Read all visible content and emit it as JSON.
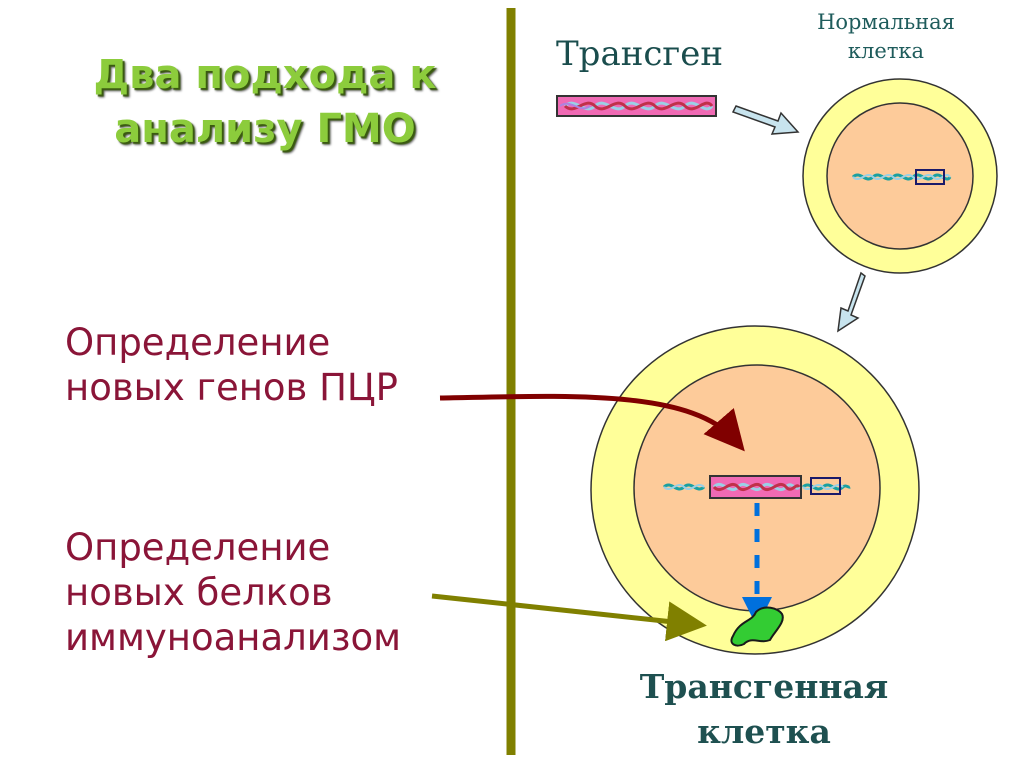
{
  "slide": {
    "title": "Два подхода к анализу ГМО",
    "methods": [
      {
        "label": "Определение\nновых генов ПЦР"
      },
      {
        "label": "Определение\nновых белков\nиммуноанализом"
      }
    ]
  },
  "diagram": {
    "transgene_label": "Трансген",
    "normal_cell_label": "Нормальная клетка",
    "transgenic_cell_label": "Трансгенная клетка"
  },
  "colors": {
    "title_green": "#8ccc3c",
    "method_text": "#8a1538",
    "divider": "#808000",
    "cell_outer": "#ffff99",
    "cell_nucleus": "#fdcb9a",
    "transgene_fill": "#f06ab4",
    "dna_teal": "#1aa0a0",
    "arrow_dark_red": "#800000",
    "arrow_olive": "#808000",
    "arrow_blue": "#0070dd",
    "protein_green": "#33cc33"
  }
}
